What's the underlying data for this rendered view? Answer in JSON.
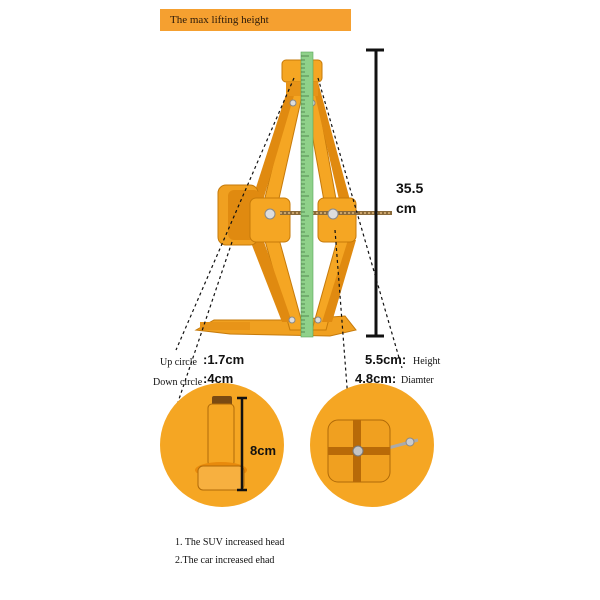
{
  "banner": {
    "text": "The max lifting height"
  },
  "height_measure": {
    "value": "35.5",
    "unit": "cm"
  },
  "specs": {
    "up_circle_label": "Up circle",
    "up_circle_value": ":1.7cm",
    "down_circle_label": "Down circle",
    "down_circle_value": ":4cm",
    "height_value": "5.5cm:",
    "height_label": "Height",
    "diameter_value": "4.8cm:",
    "diameter_label": "Diamter"
  },
  "head_height": {
    "value": "8cm"
  },
  "notes": [
    "1. The SUV increased head",
    "2.The car increased ehad"
  ],
  "colors": {
    "jack_orange": "#f5a623",
    "jack_dark": "#e08a10",
    "ruler_green": "#8fd18a",
    "banner": "#f5a030"
  }
}
